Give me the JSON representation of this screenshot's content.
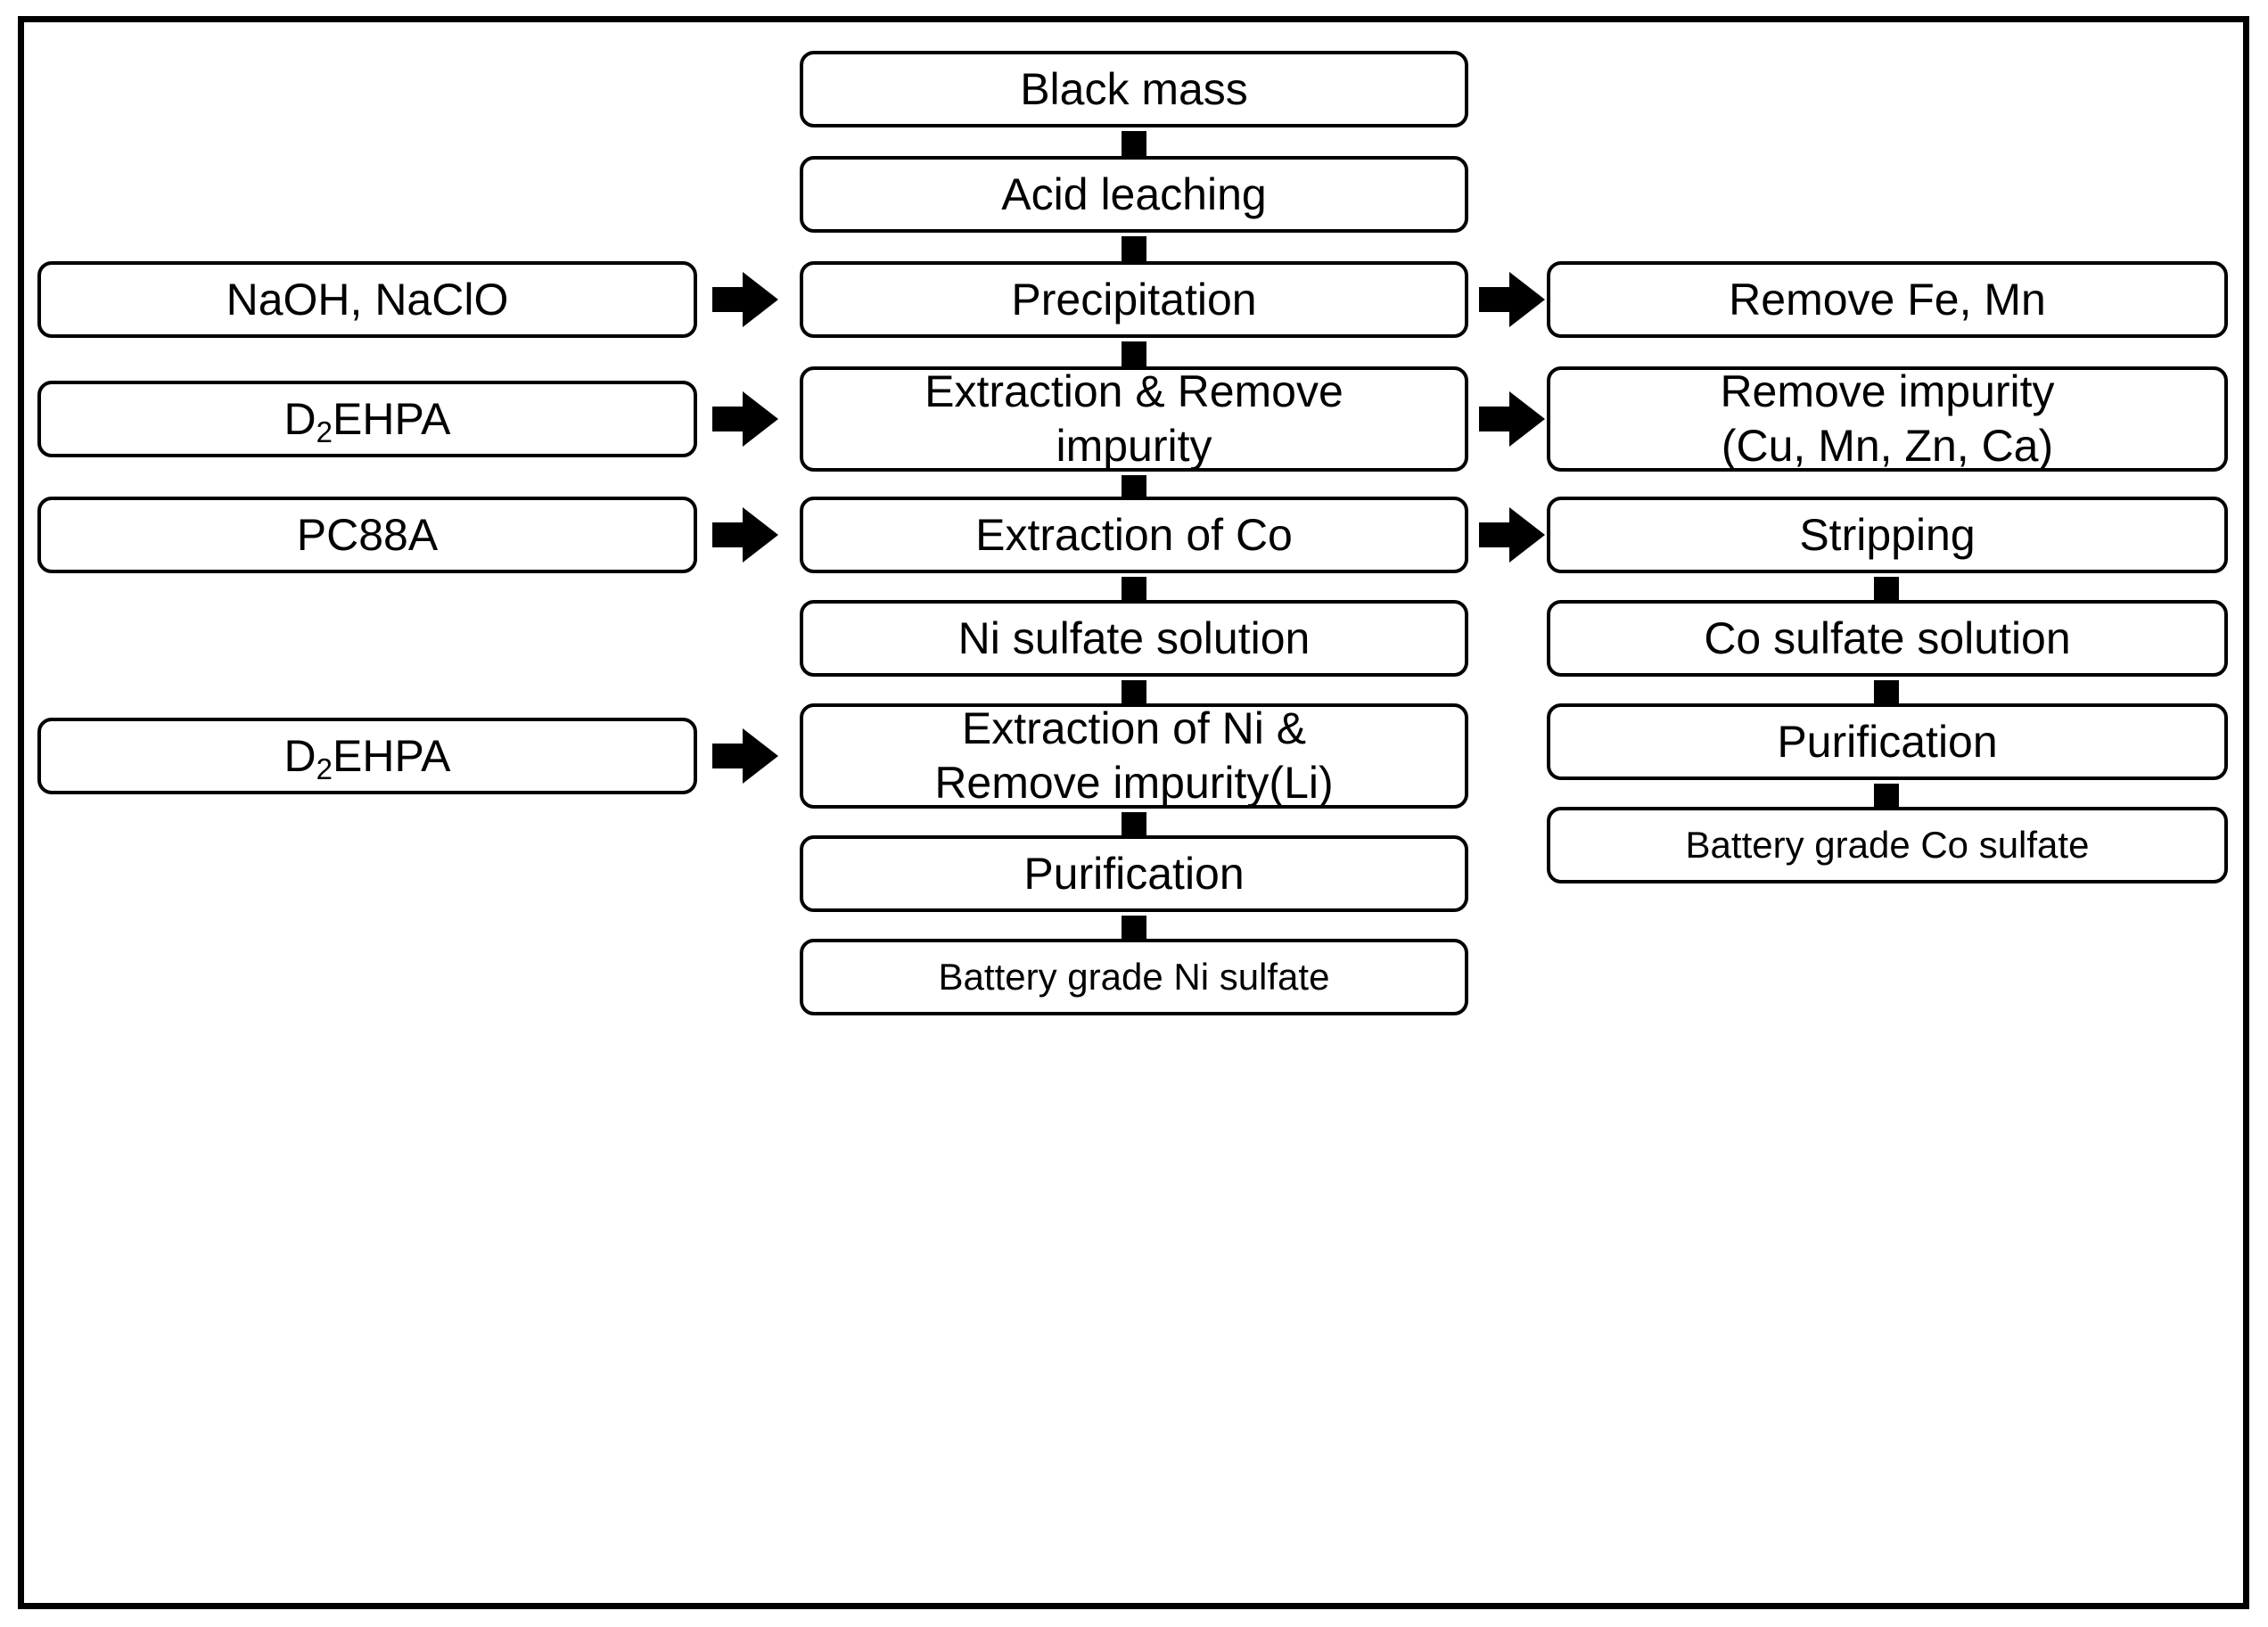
{
  "diagram": {
    "title": "Hydrometallurgical recovery flowchart for black mass",
    "colors": {
      "stroke": "#000000",
      "fill": "#ffffff",
      "arrow": "#000000"
    },
    "nodes": {
      "black_mass": "Black mass",
      "acid_leaching": "Acid leaching",
      "reagent_naoh_naclo": "NaOH, NaClO",
      "precipitation": "Precipitation",
      "remove_fe_mn": "Remove Fe, Mn",
      "reagent_d2ehpa_1_pre": "D",
      "reagent_d2ehpa_1_sub": "2",
      "reagent_d2ehpa_1_post": "EHPA",
      "extraction_remove_impurity": "Extraction & Remove\nimpurity",
      "remove_impurity_metals": "Remove impurity\n(Cu, Mn, Zn, Ca)",
      "reagent_pc88a": "PC88A",
      "extraction_of_co": "Extraction of Co",
      "stripping": "Stripping",
      "ni_sulfate_solution": "Ni sulfate solution",
      "co_sulfate_solution": "Co sulfate solution",
      "reagent_d2ehpa_2_pre": "D",
      "reagent_d2ehpa_2_sub": "2",
      "reagent_d2ehpa_2_post": "EHPA",
      "extraction_of_ni": "Extraction of Ni &\nRemove impurity(Li)",
      "purification_co": "Purification",
      "purification_ni": "Purification",
      "battery_grade_co_sulfate": "Battery grade Co sulfate",
      "battery_grade_ni_sulfate": "Battery grade Ni sulfate"
    },
    "arrows": {
      "down_icon": "arrow-down-icon",
      "right_icon": "arrow-right-icon"
    }
  }
}
